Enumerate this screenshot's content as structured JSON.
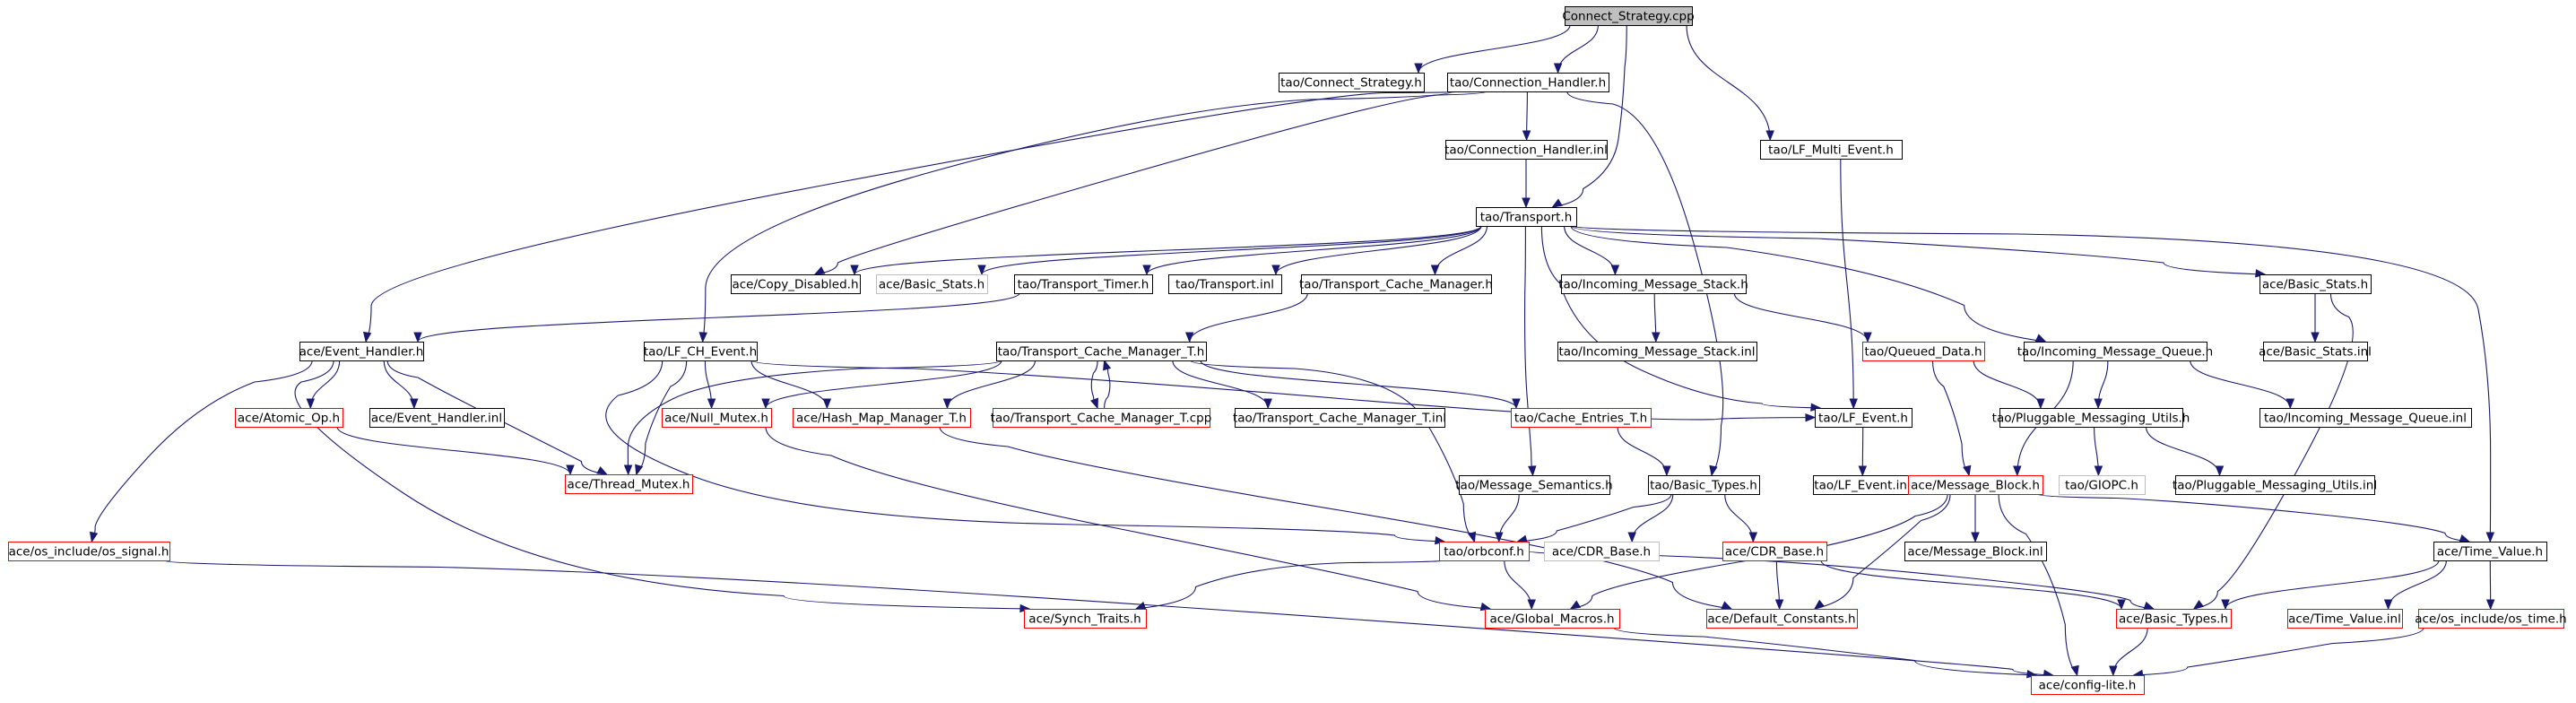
{
  "graph": {
    "colors": {
      "edge": "#191970",
      "node_border": "#000000",
      "missing_border": "#ff0000",
      "undocumented_border": "#bfbfbf",
      "root_fill": "#bfbfbf",
      "node_fill": "#ffffff",
      "text": "#000000"
    },
    "nodes": [
      {
        "id": "root",
        "label": "Connect_Strategy.cpp",
        "kind": "root"
      },
      {
        "id": "tao_connect_strategy",
        "label": "tao/Connect_Strategy.h",
        "kind": "normal"
      },
      {
        "id": "tao_connection_handler",
        "label": "tao/Connection_Handler.h",
        "kind": "normal"
      },
      {
        "id": "tao_lf_multi_event",
        "label": "tao/LF_Multi_Event.h",
        "kind": "normal"
      },
      {
        "id": "tao_connection_handler_inl",
        "label": "tao/Connection_Handler.inl",
        "kind": "normal"
      },
      {
        "id": "tao_transport",
        "label": "tao/Transport.h",
        "kind": "normal"
      },
      {
        "id": "ace_copy_disabled",
        "label": "ace/Copy_Disabled.h",
        "kind": "normal"
      },
      {
        "id": "ace_basic_stats_gray",
        "label": "ace/Basic_Stats.h",
        "kind": "undocumented"
      },
      {
        "id": "tao_transport_timer",
        "label": "tao/Transport_Timer.h",
        "kind": "normal"
      },
      {
        "id": "tao_transport_inl",
        "label": "tao/Transport.inl",
        "kind": "normal"
      },
      {
        "id": "tao_transport_cache_manager",
        "label": "tao/Transport_Cache_Manager.h",
        "kind": "normal"
      },
      {
        "id": "tao_incoming_message_stack",
        "label": "tao/Incoming_Message_Stack.h",
        "kind": "normal"
      },
      {
        "id": "ace_basic_stats",
        "label": "ace/Basic_Stats.h",
        "kind": "normal"
      },
      {
        "id": "ace_event_handler",
        "label": "ace/Event_Handler.h",
        "kind": "normal"
      },
      {
        "id": "tao_lf_ch_event",
        "label": "tao/LF_CH_Event.h",
        "kind": "normal"
      },
      {
        "id": "tao_transport_cache_manager_t",
        "label": "tao/Transport_Cache_Manager_T.h",
        "kind": "normal"
      },
      {
        "id": "tao_incoming_message_stack_inl",
        "label": "tao/Incoming_Message_Stack.inl",
        "kind": "normal"
      },
      {
        "id": "tao_queued_data",
        "label": "tao/Queued_Data.h",
        "kind": "missing"
      },
      {
        "id": "tao_incoming_message_queue",
        "label": "tao/Incoming_Message_Queue.h",
        "kind": "normal"
      },
      {
        "id": "ace_basic_stats_inl",
        "label": "ace/Basic_Stats.inl",
        "kind": "normal"
      },
      {
        "id": "ace_atomic_op",
        "label": "ace/Atomic_Op.h",
        "kind": "missing"
      },
      {
        "id": "ace_event_handler_inl",
        "label": "ace/Event_Handler.inl",
        "kind": "normal"
      },
      {
        "id": "ace_null_mutex",
        "label": "ace/Null_Mutex.h",
        "kind": "missing"
      },
      {
        "id": "ace_hash_map_manager_t",
        "label": "ace/Hash_Map_Manager_T.h",
        "kind": "missing"
      },
      {
        "id": "tao_transport_cache_manager_t_cpp",
        "label": "tao/Transport_Cache_Manager_T.cpp",
        "kind": "missing"
      },
      {
        "id": "tao_transport_cache_manager_t_inl",
        "label": "tao/Transport_Cache_Manager_T.inl",
        "kind": "normal"
      },
      {
        "id": "tao_cache_entries_t",
        "label": "tao/Cache_Entries_T.h",
        "kind": "missing"
      },
      {
        "id": "tao_lf_event",
        "label": "tao/LF_Event.h",
        "kind": "normal"
      },
      {
        "id": "tao_pluggable_messaging_utils",
        "label": "tao/Pluggable_Messaging_Utils.h",
        "kind": "normal"
      },
      {
        "id": "tao_incoming_message_queue_inl",
        "label": "tao/Incoming_Message_Queue.inl",
        "kind": "normal"
      },
      {
        "id": "ace_thread_mutex",
        "label": "ace/Thread_Mutex.h",
        "kind": "missing"
      },
      {
        "id": "tao_message_semantics",
        "label": "tao/Message_Semantics.h",
        "kind": "normal"
      },
      {
        "id": "tao_basic_types",
        "label": "tao/Basic_Types.h",
        "kind": "normal"
      },
      {
        "id": "tao_lf_event_inl",
        "label": "tao/LF_Event.inl",
        "kind": "normal"
      },
      {
        "id": "tao_giopc",
        "label": "tao/GIOPC.h",
        "kind": "undocumented"
      },
      {
        "id": "tao_pluggable_messaging_utils_inl",
        "label": "tao/Pluggable_Messaging_Utils.inl",
        "kind": "normal"
      },
      {
        "id": "ace_message_block",
        "label": "ace/Message_Block.h",
        "kind": "missing"
      },
      {
        "id": "ace_os_include_os_signal",
        "label": "ace/os_include/os_signal.h",
        "kind": "missing"
      },
      {
        "id": "tao_orbconf",
        "label": "tao/orbconf.h",
        "kind": "missing"
      },
      {
        "id": "ace_cdr_base_gray",
        "label": "ace/CDR_Base.h",
        "kind": "undocumented"
      },
      {
        "id": "ace_cdr_base",
        "label": "ace/CDR_Base.h",
        "kind": "missing"
      },
      {
        "id": "ace_message_block_inl",
        "label": "ace/Message_Block.inl",
        "kind": "normal"
      },
      {
        "id": "ace_time_value",
        "label": "ace/Time_Value.h",
        "kind": "normal"
      },
      {
        "id": "ace_synch_traits",
        "label": "ace/Synch_Traits.h",
        "kind": "missing"
      },
      {
        "id": "ace_global_macros",
        "label": "ace/Global_Macros.h",
        "kind": "missing"
      },
      {
        "id": "ace_default_constants",
        "label": "ace/Default_Constants.h",
        "kind": "missing"
      },
      {
        "id": "ace_basic_types",
        "label": "ace/Basic_Types.h",
        "kind": "missing"
      },
      {
        "id": "ace_time_value_inl",
        "label": "ace/Time_Value.inl",
        "kind": "missing"
      },
      {
        "id": "ace_os_include_os_time",
        "label": "ace/os_include/os_time.h",
        "kind": "missing"
      },
      {
        "id": "ace_config_lite",
        "label": "ace/config-lite.h",
        "kind": "missing"
      }
    ],
    "edges": [
      [
        "root",
        "tao_connect_strategy"
      ],
      [
        "root",
        "tao_connection_handler"
      ],
      [
        "root",
        "tao_lf_multi_event"
      ],
      [
        "root",
        "tao_transport"
      ],
      [
        "tao_connection_handler",
        "tao_connection_handler_inl"
      ],
      [
        "tao_connection_handler",
        "ace_event_handler"
      ],
      [
        "tao_connection_handler",
        "tao_lf_ch_event"
      ],
      [
        "tao_connection_handler",
        "ace_copy_disabled"
      ],
      [
        "tao_connection_handler",
        "tao_basic_types"
      ],
      [
        "tao_connection_handler_inl",
        "tao_transport"
      ],
      [
        "tao_lf_multi_event",
        "tao_lf_event"
      ],
      [
        "tao_transport",
        "ace_copy_disabled"
      ],
      [
        "tao_transport",
        "ace_basic_stats_gray"
      ],
      [
        "tao_transport",
        "tao_transport_timer"
      ],
      [
        "tao_transport",
        "tao_transport_inl"
      ],
      [
        "tao_transport",
        "tao_transport_cache_manager"
      ],
      [
        "tao_transport",
        "tao_incoming_message_stack"
      ],
      [
        "tao_transport",
        "tao_incoming_message_queue"
      ],
      [
        "tao_transport",
        "ace_basic_stats"
      ],
      [
        "tao_transport",
        "ace_time_value"
      ],
      [
        "tao_transport",
        "tao_message_semantics"
      ],
      [
        "tao_transport",
        "tao_lf_event"
      ],
      [
        "tao_transport_timer",
        "ace_event_handler"
      ],
      [
        "tao_transport_cache_manager",
        "tao_transport_cache_manager_t"
      ],
      [
        "tao_incoming_message_stack",
        "tao_incoming_message_stack_inl"
      ],
      [
        "tao_incoming_message_stack",
        "tao_queued_data"
      ],
      [
        "ace_basic_stats",
        "ace_basic_stats_inl"
      ],
      [
        "ace_basic_stats",
        "ace_basic_types"
      ],
      [
        "ace_event_handler",
        "ace_atomic_op"
      ],
      [
        "ace_event_handler",
        "ace_event_handler_inl"
      ],
      [
        "ace_event_handler",
        "ace_thread_mutex"
      ],
      [
        "ace_event_handler",
        "ace_os_include_os_signal"
      ],
      [
        "ace_event_handler",
        "ace_synch_traits"
      ],
      [
        "tao_lf_ch_event",
        "ace_null_mutex"
      ],
      [
        "tao_lf_ch_event",
        "ace_hash_map_manager_t"
      ],
      [
        "tao_lf_ch_event",
        "ace_thread_mutex"
      ],
      [
        "tao_lf_ch_event",
        "tao_lf_event"
      ],
      [
        "tao_lf_ch_event",
        "tao_orbconf"
      ],
      [
        "tao_transport_cache_manager_t",
        "ace_null_mutex"
      ],
      [
        "tao_transport_cache_manager_t",
        "ace_hash_map_manager_t"
      ],
      [
        "tao_transport_cache_manager_t",
        "tao_transport_cache_manager_t_cpp"
      ],
      [
        "tao_transport_cache_manager_t_cpp",
        "tao_transport_cache_manager_t"
      ],
      [
        "tao_transport_cache_manager_t",
        "tao_transport_cache_manager_t_inl"
      ],
      [
        "tao_transport_cache_manager_t",
        "tao_cache_entries_t"
      ],
      [
        "tao_transport_cache_manager_t",
        "ace_thread_mutex"
      ],
      [
        "tao_transport_cache_manager_t",
        "tao_orbconf"
      ],
      [
        "tao_queued_data",
        "ace_message_block"
      ],
      [
        "tao_queued_data",
        "tao_pluggable_messaging_utils"
      ],
      [
        "tao_incoming_message_queue",
        "tao_pluggable_messaging_utils"
      ],
      [
        "tao_incoming_message_queue",
        "ace_message_block"
      ],
      [
        "tao_incoming_message_queue",
        "tao_incoming_message_queue_inl"
      ],
      [
        "ace_atomic_op",
        "ace_thread_mutex"
      ],
      [
        "ace_null_mutex",
        "ace_global_macros"
      ],
      [
        "ace_hash_map_manager_t",
        "ace_default_constants"
      ],
      [
        "tao_cache_entries_t",
        "tao_basic_types"
      ],
      [
        "tao_lf_event",
        "tao_lf_event_inl"
      ],
      [
        "tao_pluggable_messaging_utils",
        "tao_giopc"
      ],
      [
        "tao_pluggable_messaging_utils",
        "tao_pluggable_messaging_utils_inl"
      ],
      [
        "tao_message_semantics",
        "tao_orbconf"
      ],
      [
        "tao_basic_types",
        "tao_orbconf"
      ],
      [
        "tao_basic_types",
        "ace_cdr_base_gray"
      ],
      [
        "tao_basic_types",
        "ace_cdr_base"
      ],
      [
        "ace_message_block",
        "ace_message_block_inl"
      ],
      [
        "ace_message_block",
        "ace_time_value"
      ],
      [
        "ace_message_block",
        "ace_global_macros"
      ],
      [
        "ace_message_block",
        "ace_default_constants"
      ],
      [
        "ace_message_block",
        "ace_config_lite"
      ],
      [
        "ace_os_include_os_signal",
        "ace_config_lite"
      ],
      [
        "tao_orbconf",
        "ace_synch_traits"
      ],
      [
        "tao_orbconf",
        "ace_global_macros"
      ],
      [
        "tao_orbconf",
        "ace_basic_types"
      ],
      [
        "ace_cdr_base",
        "ace_default_constants"
      ],
      [
        "ace_cdr_base",
        "ace_basic_types"
      ],
      [
        "ace_time_value",
        "ace_basic_types"
      ],
      [
        "ace_time_value",
        "ace_time_value_inl"
      ],
      [
        "ace_time_value",
        "ace_os_include_os_time"
      ],
      [
        "ace_global_macros",
        "ace_config_lite"
      ],
      [
        "ace_basic_types",
        "ace_config_lite"
      ],
      [
        "ace_os_include_os_time",
        "ace_config_lite"
      ]
    ]
  }
}
